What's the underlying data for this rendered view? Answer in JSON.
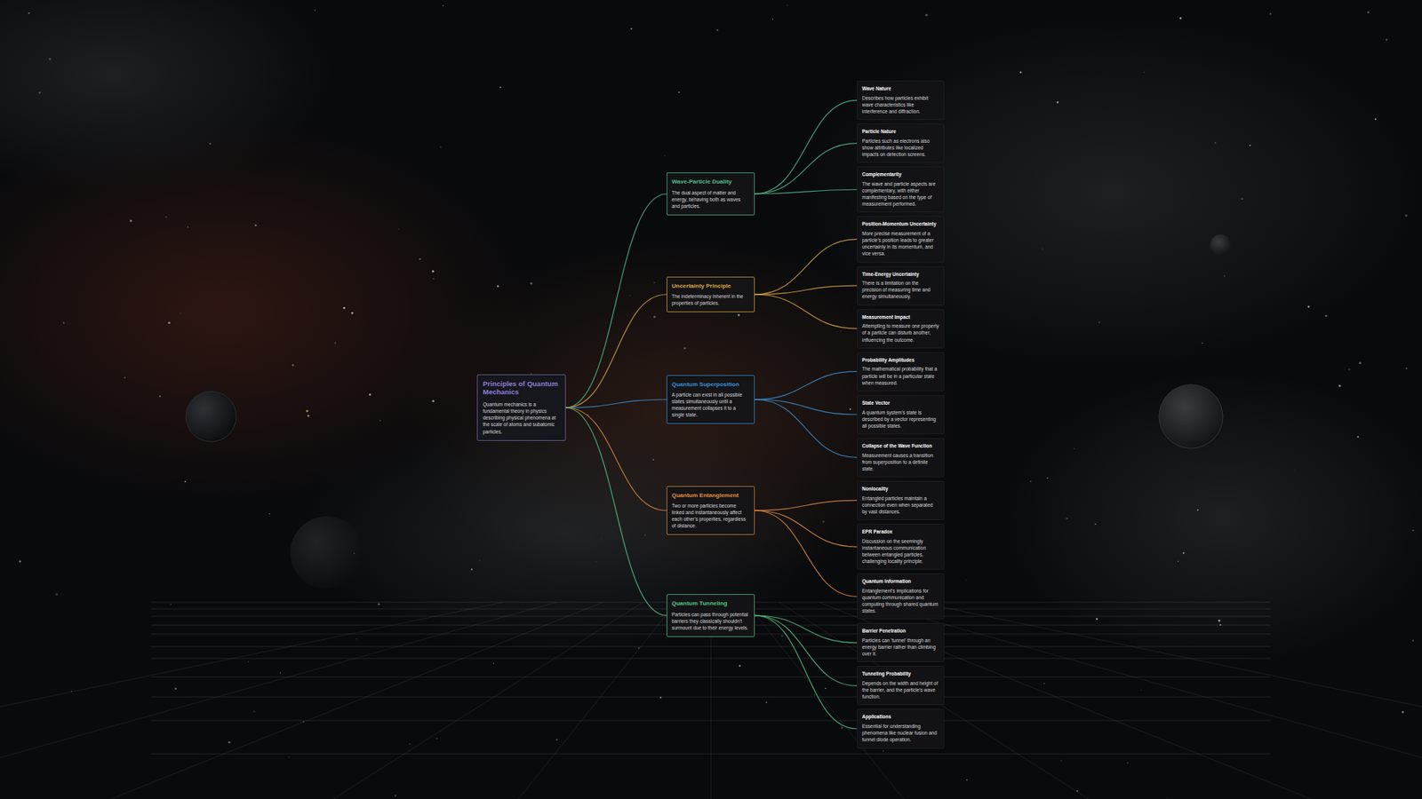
{
  "diagram": {
    "nodes": [
      {
        "text": [
          "Principles of Quantum Mechanics",
          "Quantum mechanics is a fundamental theory in physics describing physical phenomena at the scale of atoms and subatomic particles."
        ]
      },
      {
        "text": [
          "Wave-Particle Duality",
          "The dual aspect of matter and energy, behaving both as waves and particles."
        ]
      },
      {
        "text": [
          "Wave Nature",
          "Describes how particles exhibit wave characteristics like interference and diffraction."
        ]
      },
      {
        "text": [
          "Particle Nature",
          "Particles such as electrons also show attributes like localized impacts on detection screens."
        ]
      },
      {
        "text": [
          "Complementarity",
          "The wave and particle aspects are complementary, with either manifesting based on the type of measurement performed."
        ]
      },
      {
        "text": [
          "Uncertainty Principle",
          "The indeterminacy inherent in the properties of particles."
        ]
      },
      {
        "text": [
          "Position-Momentum Uncertainty",
          "More precise measurement of a particle's position leads to greater uncertainty in its momentum, and vice versa."
        ]
      },
      {
        "text": [
          "Time-Energy Uncertainty",
          "There is a limitation on the precision of measuring time and energy simultaneously."
        ]
      },
      {
        "text": [
          "Measurement Impact",
          "Attempting to measure one property of a particle can disturb another, influencing the outcome."
        ]
      },
      {
        "text": [
          "Quantum Superposition",
          "A particle can exist in all possible states simultaneously until a measurement collapses it to a single state."
        ]
      },
      {
        "text": [
          "Probability Amplitudes",
          "The mathematical probability that a particle will be in a particular state when measured."
        ]
      },
      {
        "text": [
          "State Vector",
          "A quantum system's state is described by a vector representing all possible states."
        ]
      },
      {
        "text": [
          "Collapse of the Wave Function",
          "Measurement causes a transition from superposition to a definite state."
        ]
      },
      {
        "text": [
          "Quantum Entanglement",
          "Two or more particles become linked and instantaneously affect each other's properties, regardless of distance."
        ]
      },
      {
        "text": [
          "Nonlocality",
          "Entangled particles maintain a connection even when separated by vast distances."
        ]
      },
      {
        "text": [
          "EPR Paradox",
          "Discussion on the seemingly instantaneous communication between entangled particles, challenging locality principle."
        ]
      },
      {
        "text": [
          "Quantum Information",
          "Entanglement's implications for quantum communication and computing through shared quantum states."
        ]
      },
      {
        "text": [
          "Quantum Tunneling",
          "Particles can pass through potential barriers they classically shouldn't surmount due to their energy levels."
        ]
      },
      {
        "text": [
          "Barrier Penetration",
          "Particles can 'tunnel' through an energy barrier rather than climbing over it."
        ]
      },
      {
        "text": [
          "Tunneling Probability",
          "Depends on the width and height of the barrier, and the particle's wave function."
        ]
      },
      {
        "text": [
          "Applications",
          "Essential for understanding phenomena like nuclear fusion and tunnel diode operation."
        ]
      }
    ],
    "edges": [
      {
        "from": 0,
        "to": 1,
        "arrow": "none"
      },
      {
        "from": 0,
        "to": 5,
        "arrow": "none"
      },
      {
        "from": 0,
        "to": 9,
        "arrow": "none"
      },
      {
        "from": 0,
        "to": 13,
        "arrow": "none"
      },
      {
        "from": 0,
        "to": 17,
        "arrow": "none"
      },
      {
        "from": 1,
        "to": 2,
        "arrow": "none"
      },
      {
        "from": 1,
        "to": 3,
        "arrow": "none"
      },
      {
        "from": 1,
        "to": 4,
        "arrow": "none"
      },
      {
        "from": 5,
        "to": 6,
        "arrow": "none"
      },
      {
        "from": 5,
        "to": 7,
        "arrow": "none"
      },
      {
        "from": 5,
        "to": 8,
        "arrow": "none"
      },
      {
        "from": 9,
        "to": 10,
        "arrow": "none"
      },
      {
        "from": 9,
        "to": 11,
        "arrow": "none"
      },
      {
        "from": 9,
        "to": 12,
        "arrow": "none"
      },
      {
        "from": 13,
        "to": 14,
        "arrow": "none"
      },
      {
        "from": 13,
        "to": 15,
        "arrow": "none"
      },
      {
        "from": 13,
        "to": 16,
        "arrow": "none"
      },
      {
        "from": 17,
        "to": 18,
        "arrow": "none"
      },
      {
        "from": 17,
        "to": 19,
        "arrow": "none"
      },
      {
        "from": 17,
        "to": 20,
        "arrow": "none"
      }
    ]
  }
}
